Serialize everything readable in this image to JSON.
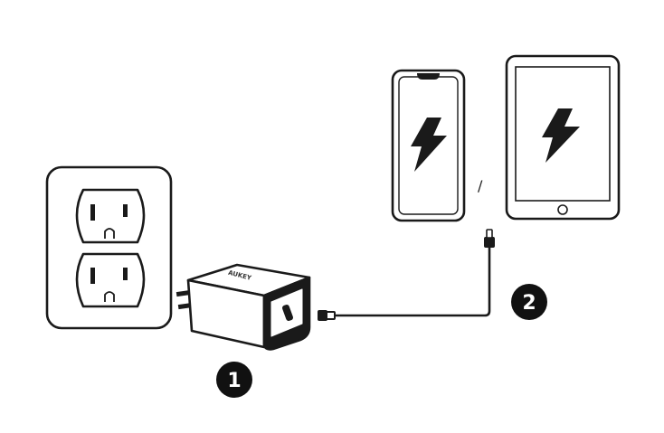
{
  "charger": {
    "brand": "AUKEY"
  },
  "devices": {
    "separator": "/"
  },
  "steps": [
    {
      "number": "1"
    },
    {
      "number": "2"
    }
  ],
  "colors": {
    "line": "#1a1a1a",
    "background": "#ffffff",
    "badge": "#111111"
  },
  "icons": [
    "wall-outlet-icon",
    "usb-c-charger-icon",
    "usb-c-cable-icon",
    "smartphone-icon",
    "tablet-icon",
    "lightning-bolt-icon"
  ]
}
